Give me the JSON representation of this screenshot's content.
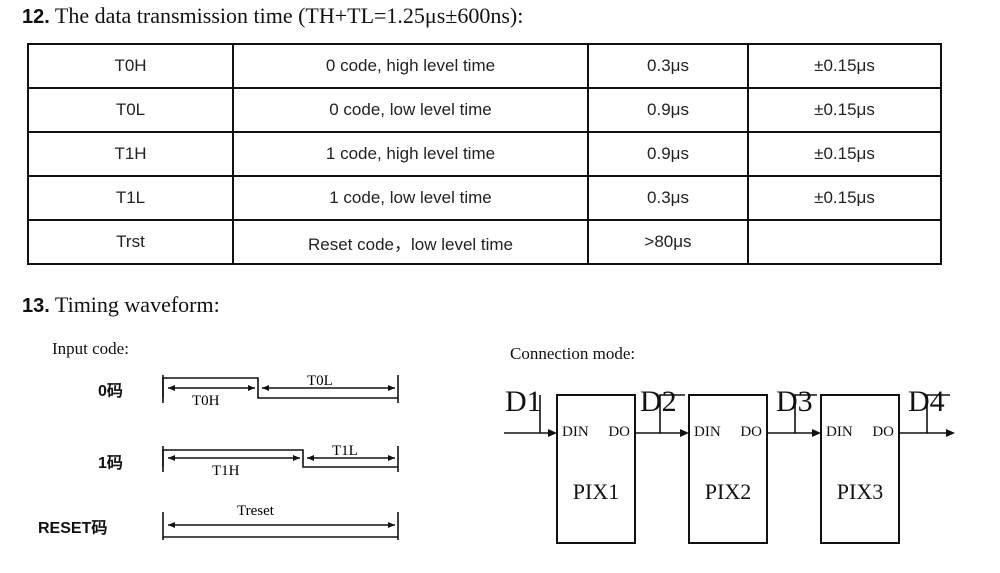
{
  "section12": {
    "number": "12.",
    "title": "The data transmission time (TH+TL=1.25μs±600ns):"
  },
  "table": {
    "rows": [
      {
        "name": "T0H",
        "description": "0 code, high level time",
        "value": "0.3μs",
        "tolerance": "±0.15μs"
      },
      {
        "name": "T0L",
        "description": "0 code, low level time",
        "value": "0.9μs",
        "tolerance": "±0.15μs"
      },
      {
        "name": "T1H",
        "description": "1 code, high level time",
        "value": "0.9μs",
        "tolerance": "±0.15μs"
      },
      {
        "name": "T1L",
        "description": "1 code, low level time",
        "value": "0.3μs",
        "tolerance": "±0.15μs"
      },
      {
        "name": "Trst",
        "description": "Reset code，low level time",
        "value": ">80μs",
        "tolerance": ""
      }
    ]
  },
  "section13": {
    "number": "13.",
    "title": "Timing waveform:"
  },
  "waveform": {
    "input_label": "Input code:",
    "code0": {
      "label": "0码",
      "high": "T0H",
      "low": "T0L"
    },
    "code1": {
      "label": "1码",
      "high": "T1H",
      "low": "T1L"
    },
    "reset": {
      "label": "RESET码",
      "span": "Treset"
    }
  },
  "connection": {
    "label": "Connection mode:",
    "nodes": [
      "D1",
      "D2",
      "D3",
      "D4"
    ],
    "pixels": [
      {
        "name": "PIX1",
        "din": "DIN",
        "dout": "DO"
      },
      {
        "name": "PIX2",
        "din": "DIN",
        "dout": "DO"
      },
      {
        "name": "PIX3",
        "din": "DIN",
        "dout": "DO"
      }
    ]
  }
}
